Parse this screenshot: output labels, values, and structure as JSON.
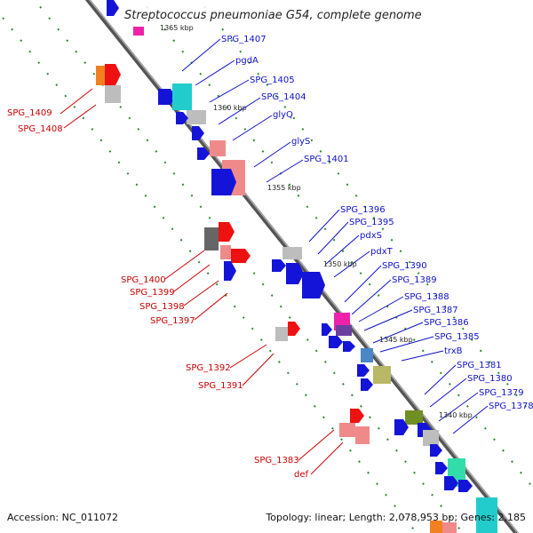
{
  "title": "Streptococcus pneumoniae G54, complete genome",
  "footer": {
    "accession": "Accession: NC_011072",
    "summary": "Topology: linear; Length: 2,078,953 bp; Genes: 2,185"
  },
  "scale_labels": [
    "1365 kbp",
    "1360 kbp",
    "1355 kbp",
    "1350 kbp",
    "1345 kbp",
    "1340 kbp"
  ],
  "right_labels": [
    "SPG_1407",
    "pgdA",
    "SPG_1405",
    "SPG_1404",
    "glyQ",
    "glyS",
    "SPG_1401",
    "SPG_1396",
    "SPG_1395",
    "pdxS",
    "pdxT",
    "SPG_1390",
    "SPG_1389",
    "SPG_1388",
    "SPG_1387",
    "SPG_1386",
    "SPG_1385",
    "trxB",
    "SPG_1381",
    "SPG_1380",
    "SPG_1379",
    "SPG_1378"
  ],
  "left_labels": [
    "SPG_1409",
    "SPG_1408",
    "SPG_1400",
    "SPG_1399",
    "SPG_1398",
    "SPG_1397",
    "SPG_1392",
    "SPG_1391",
    "SPG_1383",
    "def"
  ],
  "colors": {
    "label_right": "#1010cc",
    "label_left": "#cc0000",
    "axis": "#777777",
    "tick_dots": "#2a8a2a",
    "gene_blue": "#1414d8",
    "gene_red": "#ee1111",
    "gene_pink": "#f08a8a",
    "gene_gray": "#bdbdbd",
    "gene_dark_gray": "#666666",
    "gene_cyan": "#22cccc",
    "gene_magenta": "#ee22aa",
    "gene_orange": "#f08020",
    "gene_olive": "#6f8f22",
    "gene_khaki": "#b8b866",
    "gene_steel": "#4a86c8",
    "gene_green_cyan": "#33ddaa",
    "gene_purple": "#6a3fa0"
  }
}
